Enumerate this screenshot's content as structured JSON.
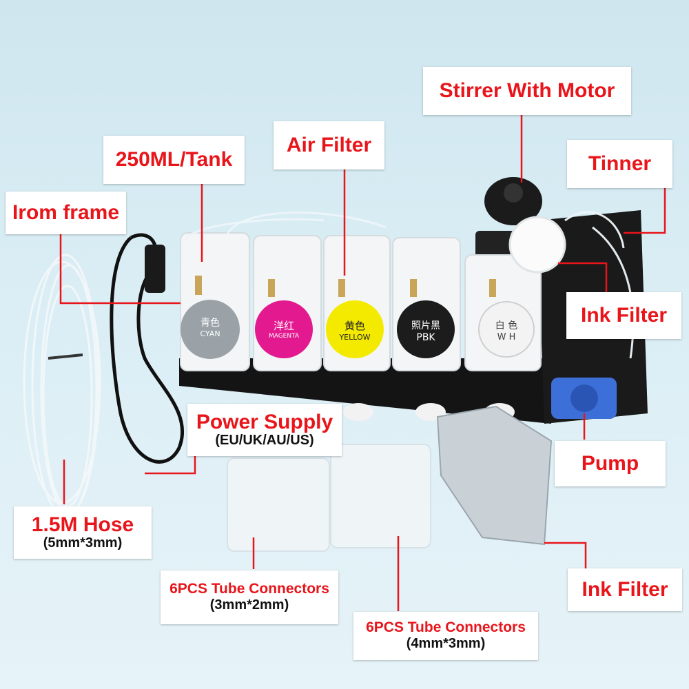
{
  "colors": {
    "label_text": "#e8151b",
    "leader_line": "#e8151b",
    "label_bg": "#ffffff",
    "cyan_cap": "#9aa2a8",
    "magenta_cap": "#e3198f",
    "yellow_cap": "#f4ea00",
    "pbk_cap": "#1c1c1c",
    "white_cap": "#f3f3f3",
    "pump": "#3d6fd8"
  },
  "labels": {
    "stirrer": "Stirrer With Motor",
    "air_filter": "Air Filter",
    "tank_volume": "250ML/Tank",
    "tinner": "Tinner",
    "iron_frame": "Irom frame",
    "ink_filter_top": "Ink Filter",
    "power_supply": "Power Supply",
    "power_supply_regions": "(EU/UK/AU/US)",
    "pump": "Pump",
    "hose": "1.5M Hose",
    "hose_size": "(5mm*3mm)",
    "connectors_a": "6PCS Tube Connectors",
    "connectors_a_size": "(3mm*2mm)",
    "connectors_b": "6PCS Tube Connectors",
    "connectors_b_size": "(4mm*3mm)",
    "ink_filter_bottom": "Ink Filter"
  },
  "tanks": [
    {
      "cn": "青色",
      "en": "CYAN"
    },
    {
      "cn": "洋红",
      "en": "MAGENTA"
    },
    {
      "cn": "黄色",
      "en": "YELLOW"
    },
    {
      "cn": "照片黑",
      "en": "PBK"
    },
    {
      "cn": "白 色",
      "en": "W H"
    }
  ]
}
